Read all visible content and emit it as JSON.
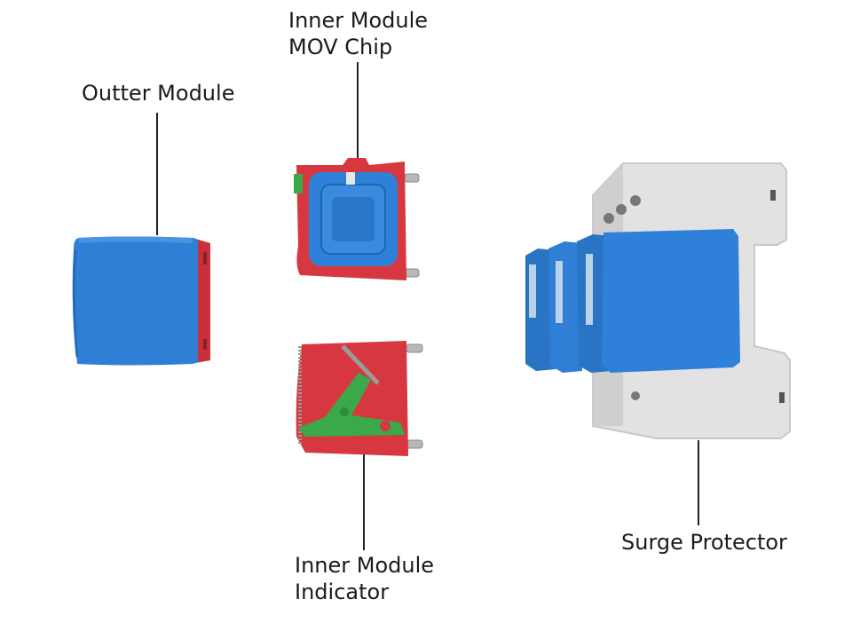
{
  "labels": {
    "outer_module": "Outter Module",
    "inner_mov_line1": "Inner Module",
    "inner_mov_line2": "MOV Chip",
    "inner_ind_line1": "Inner Module",
    "inner_ind_line2": "Indicator",
    "surge_protector": "Surge Protector"
  },
  "colors": {
    "module_blue": "#2f7fd6",
    "module_red": "#d7383f",
    "indicator_green": "#3ba84a",
    "housing_gray": "#e2e2e2"
  },
  "icons": [
    "screw-terminal-icon",
    "indicator-lever-icon",
    "din-rail-clip-icon"
  ]
}
